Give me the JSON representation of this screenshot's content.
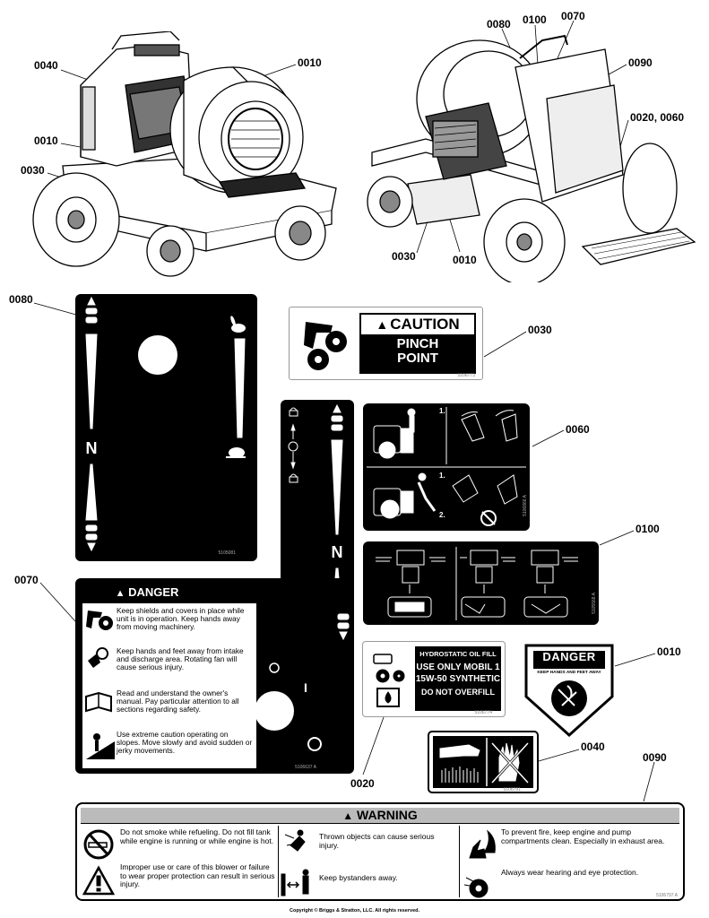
{
  "callouts": {
    "c0010a": "0010",
    "c0040": "0040",
    "c0010b": "0010",
    "c0030a": "0030",
    "c0080a": "0080",
    "c0100a": "0100",
    "c0070a": "0070",
    "c0090a": "0090",
    "c0020_0060": "0020, 0060",
    "c0030b": "0030",
    "c0010c": "0010",
    "c0080b": "0080",
    "c0030c": "0030",
    "c0060": "0060",
    "c0100b": "0100",
    "c0070b": "0070",
    "c0010d": "0010",
    "c0040b": "0040",
    "c0020": "0020",
    "c0090b": "0090"
  },
  "decal_0080": {
    "letter": "N",
    "part": "5105081"
  },
  "decal_0030": {
    "header": "CAUTION",
    "line1": "PINCH",
    "line2": "POINT",
    "part": "5106773"
  },
  "decal_0060": {
    "step1a": "1.",
    "step1b": "1.",
    "step2": "2.",
    "part": "5106866 A"
  },
  "decal_0100": {
    "part": "5105568 A"
  },
  "decal_0070": {
    "header": "DANGER",
    "item1": "Keep shields and covers in place while unit is in operation. Keep hands away from moving machinery.",
    "item2": "Keep hands and feet away from intake and discharge area. Rotating fan will cause serious injury.",
    "item3": "Read and understand the owner's manual. Pay particular attention to all sections regarding safety.",
    "item4": "Use extreme caution operating on slopes. Move slowly and avoid sudden or jerky movements.",
    "letter": "N",
    "mark": "I",
    "part": "5106637 A"
  },
  "decal_0020": {
    "line1": "HYDROSTATIC OIL FILL",
    "line2": "USE ONLY MOBIL 1",
    "line3": "15W-50 SYNTHETIC",
    "line4": "DO NOT OVERFILL",
    "part": "5106774"
  },
  "decal_0010": {
    "header": "DANGER",
    "sub": "KEEP HANDS AND FEET AWAY"
  },
  "decal_0040": {
    "part": "5106791"
  },
  "decal_0090": {
    "header": "WARNING",
    "text1": "Do not smoke while refueling. Do not fill tank while engine is running or while engine is hot.",
    "text2": "Improper use or care of this blower or failure to wear proper protection can result in serious injury.",
    "text3": "Thrown objects can cause serious injury.",
    "text4": "Keep bystanders away.",
    "text5": "To prevent fire, keep engine and pump compartments clean. Especially in exhaust area.",
    "text6": "Always wear hearing and eye protection.",
    "part": "5106797 A"
  },
  "copyright": "Copyright © Briggs & Stratton, LLC. All rights reserved."
}
